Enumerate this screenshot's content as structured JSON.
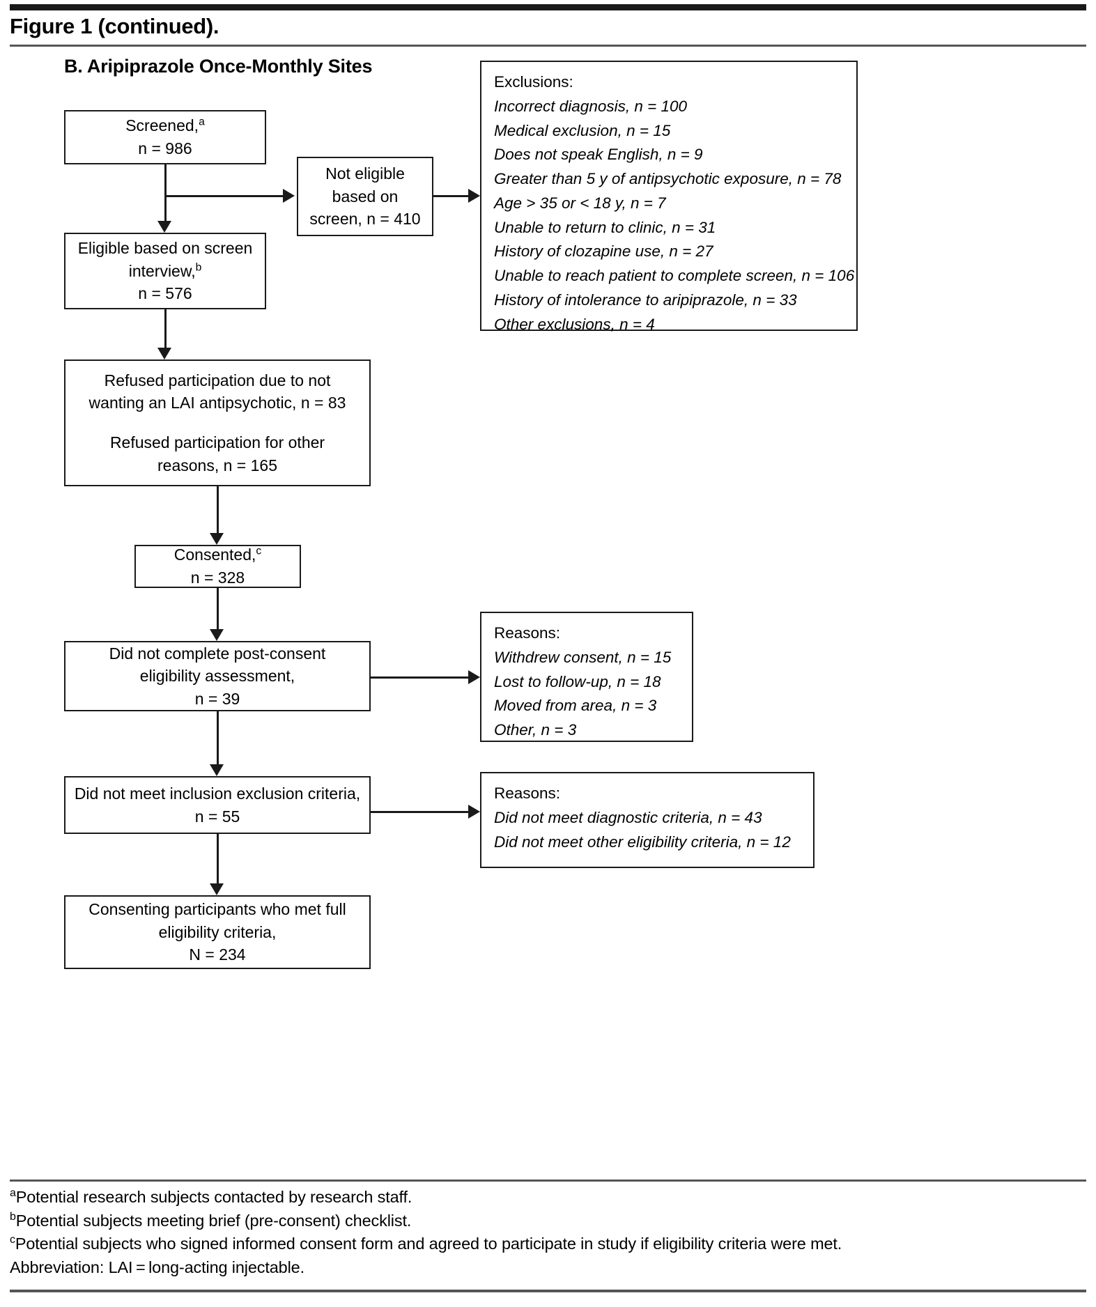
{
  "header": {
    "figure_title": "Figure 1 (continued)."
  },
  "panel": {
    "title": "B. Aripiprazole Once-Monthly Sites"
  },
  "flow": {
    "screened": {
      "line1": "Screened,",
      "sup": "a",
      "line2": "n = 986"
    },
    "not_eligible": {
      "line1": "Not eligible",
      "line2": "based on",
      "line3": "screen, n = 410"
    },
    "eligible": {
      "line1": "Eligible based on screen",
      "line2": "interview,",
      "sup": "b",
      "line3": "n = 576"
    },
    "refused": {
      "line1": "Refused participation due to not",
      "line2": "wanting an LAI antipsychotic, n = 83",
      "line3": "Refused participation for other",
      "line4": "reasons, n = 165"
    },
    "consented": {
      "line1": "Consented,",
      "sup": "c",
      "line2": "n = 328"
    },
    "post_consent": {
      "line1": "Did not complete post-consent",
      "line2": "eligibility assessment,",
      "line3": "n = 39"
    },
    "inclusion": {
      "line1": "Did not meet inclusion exclusion criteria,",
      "line2": "n = 55"
    },
    "final": {
      "line1": "Consenting participants who met full",
      "line2": "eligibility criteria,",
      "line3": "N = 234"
    }
  },
  "exclusions_box": {
    "heading": "Exclusions:",
    "items": [
      "Incorrect diagnosis, n = 100",
      "Medical exclusion, n = 15",
      "Does not speak English, n = 9",
      "Greater than 5 y of antipsychotic exposure, n = 78",
      "Age > 35 or < 18 y, n = 7",
      "Unable to return to clinic, n = 31",
      "History of clozapine use, n = 27",
      "Unable to reach patient to complete screen, n = 106",
      "History of intolerance to aripiprazole, n = 33",
      "Other exclusions, n = 4"
    ]
  },
  "reasons_post_consent": {
    "heading": "Reasons:",
    "items": [
      "Withdrew consent, n = 15",
      "Lost to follow-up, n = 18",
      "Moved from area, n = 3",
      "Other, n = 3"
    ]
  },
  "reasons_inclusion": {
    "heading": "Reasons:",
    "items": [
      "Did not meet diagnostic criteria, n = 43",
      "Did not meet other eligibility criteria, n = 12"
    ]
  },
  "footnotes": {
    "a_sup": "a",
    "a": "Potential research subjects contacted by research staff.",
    "b_sup": "b",
    "b": "Potential subjects meeting brief (pre-consent) checklist.",
    "c_sup": "c",
    "c": "Potential subjects who signed informed consent form and agreed to participate in study if eligibility criteria were met.",
    "abbrev": "Abbreviation: LAI = long-acting injectable."
  }
}
